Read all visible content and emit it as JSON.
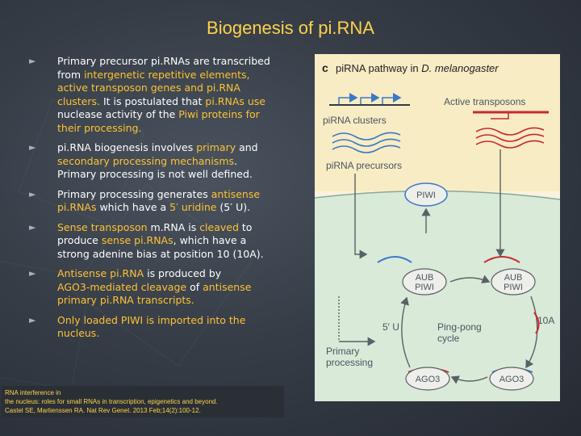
{
  "slide": {
    "title": "Biogenesis of pi.RNA",
    "bullets": [
      {
        "segments": [
          {
            "text": "Primary precursor pi.RNAs are transcribed from ",
            "highlight": false
          },
          {
            "text": "intergenetic repetitive elements, active transposon genes and pi.RNA clusters.",
            "highlight": true
          },
          {
            "text": " It is postulated that ",
            "highlight": false
          },
          {
            "text": "pi.RNAs use",
            "highlight": true
          },
          {
            "text": " nuclease activity of the ",
            "highlight": false
          },
          {
            "text": "Piwi proteins for their processing.",
            "highlight": true
          }
        ]
      },
      {
        "segments": [
          {
            "text": "pi.RNA biogenesis involves ",
            "highlight": false
          },
          {
            "text": "primary",
            "highlight": true
          },
          {
            "text": " and ",
            "highlight": false
          },
          {
            "text": "secondary processing mechanisms",
            "highlight": true
          },
          {
            "text": ". Primary processing is not well defined.",
            "highlight": false
          }
        ]
      },
      {
        "segments": [
          {
            "text": "Primary processing generates ",
            "highlight": false
          },
          {
            "text": "antisense pi.RNAs",
            "highlight": true
          },
          {
            "text": " which have a ",
            "highlight": false
          },
          {
            "text": "5′ uridine",
            "highlight": true
          },
          {
            "text": " (5′ U).",
            "highlight": false
          }
        ]
      },
      {
        "segments": [
          {
            "text": "Sense transposon",
            "highlight": true
          },
          {
            "text": " m.RNA is ",
            "highlight": false
          },
          {
            "text": "cleaved",
            "highlight": true
          },
          {
            "text": " to produce ",
            "highlight": false
          },
          {
            "text": "sense pi.RNAs",
            "highlight": true
          },
          {
            "text": ", which have a strong adenine bias at position 10 (10A).",
            "highlight": false
          }
        ]
      },
      {
        "segments": [
          {
            "text": "Antisense pi.RNA",
            "highlight": true
          },
          {
            "text": " is produced by ",
            "highlight": false
          },
          {
            "text": "AGO3‑mediated cleavage",
            "highlight": true
          },
          {
            "text": " of ",
            "highlight": false
          },
          {
            "text": "antisense primary pi.RNA transcripts.",
            "highlight": true
          }
        ]
      },
      {
        "segments": [
          {
            "text": "Only loaded PIWI is imported into the nucleus.",
            "highlight": true
          }
        ]
      }
    ],
    "citation": [
      "RNA interference in",
      "the nucleus: roles for small RNAs in transcription, epigenetics and beyond.",
      "Castel SE, Martienssen RA. Nat Rev Genet. 2013 Feb;14(2):100-12."
    ]
  },
  "figure": {
    "panel_letter": "c",
    "heading": "piRNA pathway in ",
    "heading_species": "D. melanogaster",
    "labels": {
      "active_transposons": "Active transposons",
      "pirna_clusters": "piRNA clusters",
      "pirna_precursors": "piRNA precursors",
      "piwi": "PIWI",
      "aub_piwi_line1": "AUB",
      "aub_piwi_line2": "PIWI",
      "five_u": "5′ U",
      "ping_pong_line1": "Ping-pong",
      "ping_pong_line2": "cycle",
      "ten_a": "10A",
      "primary_line1": "Primary",
      "primary_line2": "processing",
      "ago3": "AGO3"
    },
    "colors": {
      "nucleus": "#f8ecc4",
      "cytoplasm": "#d9ead8",
      "red_strand": "#c62a2f",
      "blue_strand": "#3b78c8",
      "protein_fill": "#eeeeea",
      "label_text": "#4a5560",
      "arrow": "#5a6066"
    }
  }
}
